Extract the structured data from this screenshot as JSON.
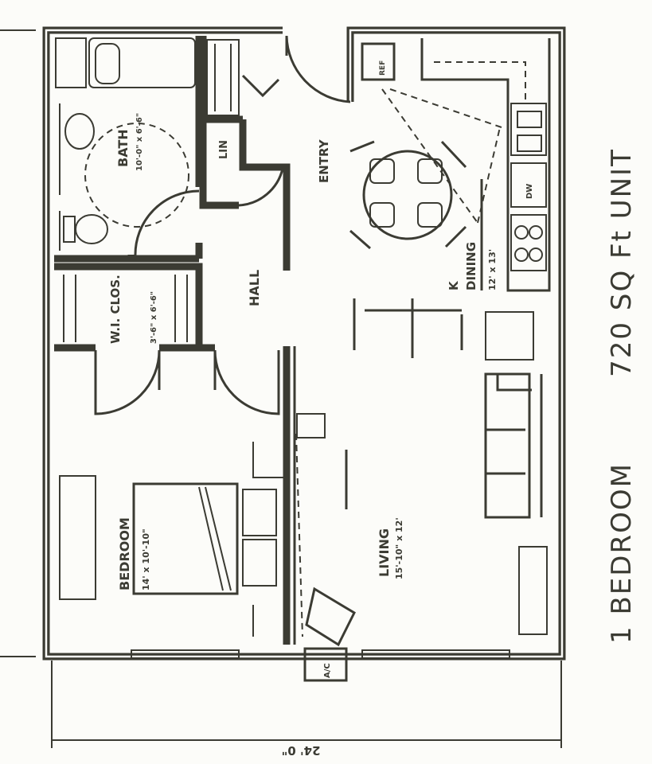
{
  "rooms": {
    "bath": {
      "name": "BATH",
      "size": "10'-0\" x 6'-6\""
    },
    "linen": {
      "name": "LIN"
    },
    "entry": {
      "name": "ENTRY"
    },
    "hall": {
      "name": "HALL"
    },
    "closet": {
      "name": "W.I. CLOS.",
      "size": "3'-6\" x 6'-6\""
    },
    "kitchen": {
      "name": "K",
      "name2": "DINING",
      "size": "12' x 13'"
    },
    "bedroom": {
      "name": "BEDROOM",
      "size": "14' x 10'-10\""
    },
    "living": {
      "name": "LIVING",
      "size": "15'-10\" x 12'"
    }
  },
  "appliances": {
    "refrigerator": "REF",
    "dishwasher": "DW",
    "ac": "A/C"
  },
  "dimension": {
    "width": "24' 0\""
  },
  "title": {
    "area": "720 SQ Ft UNIT",
    "type": "1 BEDROOM"
  }
}
